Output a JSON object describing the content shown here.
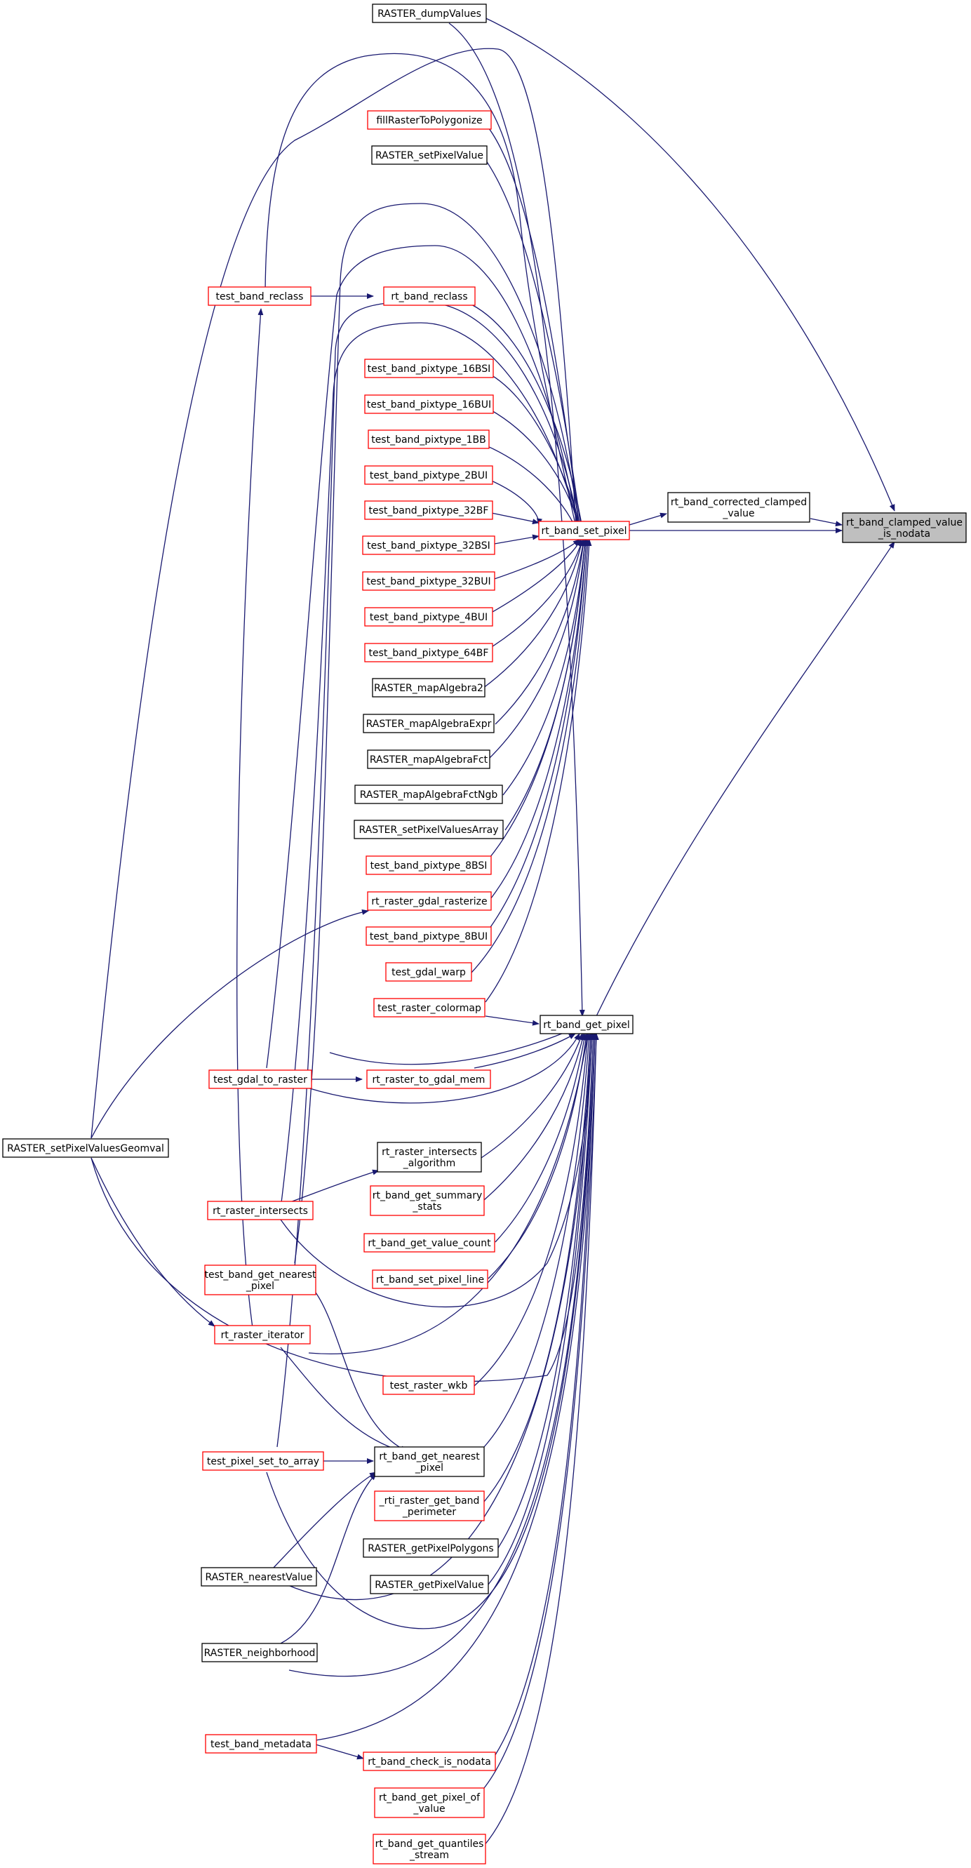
{
  "nodes": {
    "rt_band_clamped_value_is_nodata": {
      "lines": [
        "rt_band_clamped_value",
        "_is_nodata"
      ],
      "border": "target"
    },
    "rt_band_corrected_clamped_value": {
      "lines": [
        "rt_band_corrected_clamped",
        "_value"
      ],
      "border": "black"
    },
    "rt_band_set_pixel": {
      "lines": [
        "rt_band_set_pixel"
      ],
      "border": "red"
    },
    "rt_band_get_pixel": {
      "lines": [
        "rt_band_get_pixel"
      ],
      "border": "black"
    },
    "RASTER_dumpValues": {
      "lines": [
        "RASTER_dumpValues"
      ],
      "border": "black"
    },
    "fillRasterToPolygonize": {
      "lines": [
        "fillRasterToPolygonize"
      ],
      "border": "red"
    },
    "RASTER_setPixelValue": {
      "lines": [
        "RASTER_setPixelValue"
      ],
      "border": "black"
    },
    "rt_band_reclass": {
      "lines": [
        "rt_band_reclass"
      ],
      "border": "red"
    },
    "test_band_reclass": {
      "lines": [
        "test_band_reclass"
      ],
      "border": "red"
    },
    "test_band_pixtype_16BSI": {
      "lines": [
        "test_band_pixtype_16BSI"
      ],
      "border": "red"
    },
    "test_band_pixtype_16BUI": {
      "lines": [
        "test_band_pixtype_16BUI"
      ],
      "border": "red"
    },
    "test_band_pixtype_1BB": {
      "lines": [
        "test_band_pixtype_1BB"
      ],
      "border": "red"
    },
    "test_band_pixtype_2BUI": {
      "lines": [
        "test_band_pixtype_2BUI"
      ],
      "border": "red"
    },
    "test_band_pixtype_32BF": {
      "lines": [
        "test_band_pixtype_32BF"
      ],
      "border": "red"
    },
    "test_band_pixtype_32BSI": {
      "lines": [
        "test_band_pixtype_32BSI"
      ],
      "border": "red"
    },
    "test_band_pixtype_32BUI": {
      "lines": [
        "test_band_pixtype_32BUI"
      ],
      "border": "red"
    },
    "test_band_pixtype_4BUI": {
      "lines": [
        "test_band_pixtype_4BUI"
      ],
      "border": "red"
    },
    "test_band_pixtype_64BF": {
      "lines": [
        "test_band_pixtype_64BF"
      ],
      "border": "red"
    },
    "RASTER_mapAlgebra2": {
      "lines": [
        "RASTER_mapAlgebra2"
      ],
      "border": "black"
    },
    "RASTER_mapAlgebraExpr": {
      "lines": [
        "RASTER_mapAlgebraExpr"
      ],
      "border": "black"
    },
    "RASTER_mapAlgebraFct": {
      "lines": [
        "RASTER_mapAlgebraFct"
      ],
      "border": "black"
    },
    "RASTER_mapAlgebraFctNgb": {
      "lines": [
        "RASTER_mapAlgebraFctNgb"
      ],
      "border": "black"
    },
    "RASTER_setPixelValuesArray": {
      "lines": [
        "RASTER_setPixelValuesArray"
      ],
      "border": "black"
    },
    "test_band_pixtype_8BSI": {
      "lines": [
        "test_band_pixtype_8BSI"
      ],
      "border": "red"
    },
    "rt_raster_gdal_rasterize": {
      "lines": [
        "rt_raster_gdal_rasterize"
      ],
      "border": "red"
    },
    "test_band_pixtype_8BUI": {
      "lines": [
        "test_band_pixtype_8BUI"
      ],
      "border": "red"
    },
    "test_gdal_warp": {
      "lines": [
        "test_gdal_warp"
      ],
      "border": "red"
    },
    "test_raster_colormap": {
      "lines": [
        "test_raster_colormap"
      ],
      "border": "red"
    },
    "test_gdal_to_raster": {
      "lines": [
        "test_gdal_to_raster"
      ],
      "border": "red"
    },
    "rt_raster_to_gdal_mem": {
      "lines": [
        "rt_raster_to_gdal_mem"
      ],
      "border": "red"
    },
    "RASTER_setPixelValuesGeomval": {
      "lines": [
        "RASTER_setPixelValuesGeomval"
      ],
      "border": "black"
    },
    "rt_raster_intersects_algorithm": {
      "lines": [
        "rt_raster_intersects",
        "_algorithm"
      ],
      "border": "black"
    },
    "rt_band_get_summary_stats": {
      "lines": [
        "rt_band_get_summary",
        "_stats"
      ],
      "border": "red"
    },
    "rt_raster_intersects": {
      "lines": [
        "rt_raster_intersects"
      ],
      "border": "red"
    },
    "rt_band_get_value_count": {
      "lines": [
        "rt_band_get_value_count"
      ],
      "border": "red"
    },
    "test_band_get_nearest_pixel": {
      "lines": [
        "test_band_get_nearest",
        "_pixel"
      ],
      "border": "red"
    },
    "rt_band_set_pixel_line": {
      "lines": [
        "rt_band_set_pixel_line"
      ],
      "border": "red"
    },
    "rt_raster_iterator": {
      "lines": [
        "rt_raster_iterator"
      ],
      "border": "red"
    },
    "test_raster_wkb": {
      "lines": [
        "test_raster_wkb"
      ],
      "border": "red"
    },
    "rt_band_get_nearest_pixel": {
      "lines": [
        "rt_band_get_nearest",
        "_pixel"
      ],
      "border": "black"
    },
    "test_pixel_set_to_array": {
      "lines": [
        "test_pixel_set_to_array"
      ],
      "border": "red"
    },
    "rti_raster_get_band_perimeter": {
      "lines": [
        "_rti_raster_get_band",
        "_perimeter"
      ],
      "border": "red"
    },
    "RASTER_getPixelPolygons": {
      "lines": [
        "RASTER_getPixelPolygons"
      ],
      "border": "black"
    },
    "RASTER_nearestValue": {
      "lines": [
        "RASTER_nearestValue"
      ],
      "border": "black"
    },
    "RASTER_getPixelValue": {
      "lines": [
        "RASTER_getPixelValue"
      ],
      "border": "black"
    },
    "RASTER_neighborhood": {
      "lines": [
        "RASTER_neighborhood"
      ],
      "border": "black"
    },
    "test_band_metadata": {
      "lines": [
        "test_band_metadata"
      ],
      "border": "red"
    },
    "rt_band_check_is_nodata": {
      "lines": [
        "rt_band_check_is_nodata"
      ],
      "border": "red"
    },
    "rt_band_get_pixel_of_value": {
      "lines": [
        "rt_band_get_pixel_of",
        "_value"
      ],
      "border": "red"
    },
    "rt_band_get_quantiles_stream": {
      "lines": [
        "rt_band_get_quantiles",
        "_stream"
      ],
      "border": "red"
    }
  },
  "edges": [
    [
      "RASTER_dumpValues",
      "rt_band_clamped_value_is_nodata"
    ],
    [
      "rt_band_corrected_clamped_value",
      "rt_band_clamped_value_is_nodata"
    ],
    [
      "rt_band_set_pixel",
      "rt_band_clamped_value_is_nodata"
    ],
    [
      "rt_band_get_pixel",
      "rt_band_clamped_value_is_nodata"
    ],
    [
      "rt_band_set_pixel",
      "rt_band_corrected_clamped_value"
    ],
    [
      "test_band_reclass",
      "rt_band_reclass"
    ],
    [
      "RASTER_setPixelValuesGeomval",
      "rt_raster_gdal_rasterize"
    ],
    [
      "test_gdal_to_raster",
      "rt_raster_to_gdal_mem"
    ],
    [
      "rt_raster_intersects",
      "rt_raster_intersects_algorithm"
    ],
    [
      "test_band_metadata",
      "rt_band_check_is_nodata"
    ],
    [
      "test_pixel_set_to_array",
      "rt_band_get_nearest_pixel"
    ],
    [
      "test_raster_colormap",
      "rt_band_get_pixel"
    ]
  ]
}
